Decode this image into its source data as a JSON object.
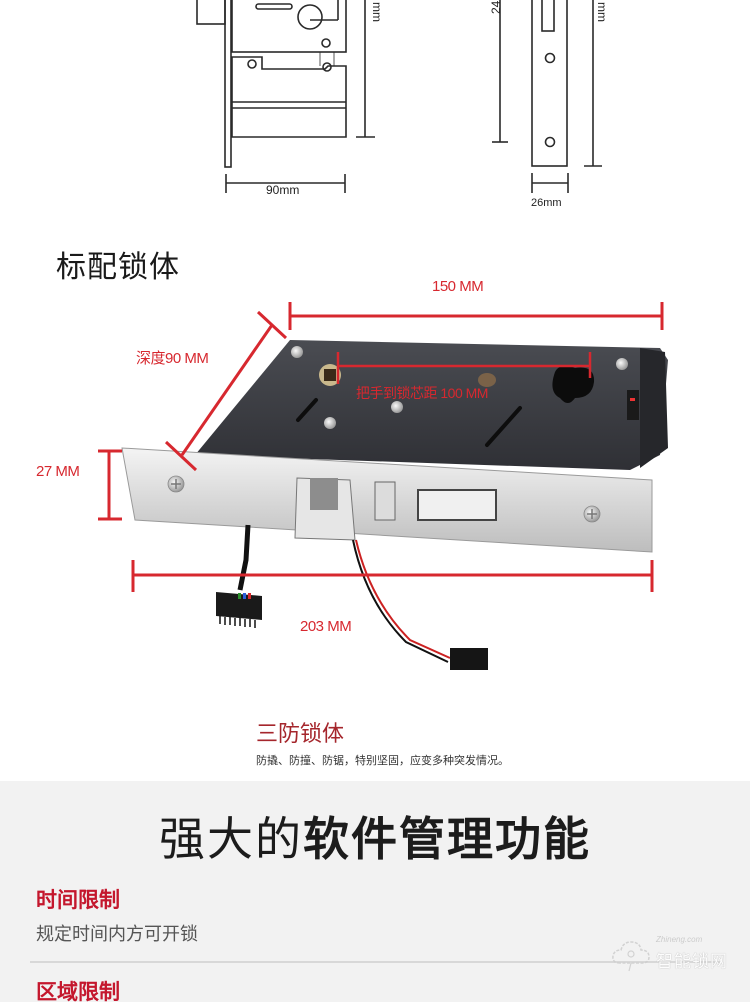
{
  "drawings": {
    "front_width_label": "90mm",
    "front_height_label_partial": "mm",
    "side_width_label": "26mm",
    "side_height_label_partial": "24",
    "side_height_label_right_partial": "mm"
  },
  "standard_lock": {
    "title": "标配锁体",
    "dimensions": {
      "length": "150 MM",
      "depth": "深度90 MM",
      "handle_to_core": "把手到锁芯距 100 MM",
      "height": "27 MM",
      "faceplate_length": "203 MM"
    }
  },
  "three_proof": {
    "title": "三防锁体",
    "description": "防撬、防撞、防锯，特别坚固，应变多种突发情况。"
  },
  "software": {
    "title_light": "强大的",
    "title_bold": "软件管理功能",
    "features": [
      {
        "title": "时间限制",
        "description": "规定时间内方可开锁"
      },
      {
        "title": "区域限制",
        "description": ""
      }
    ]
  },
  "watermark": {
    "domain_text": "Zhineng.com",
    "brand": "智能锁网"
  },
  "colors": {
    "dimension_red": "#d7282f",
    "three_proof_red": "#a5262c",
    "feature_red": "#c4172d",
    "section_bg": "#f2f2f2"
  }
}
